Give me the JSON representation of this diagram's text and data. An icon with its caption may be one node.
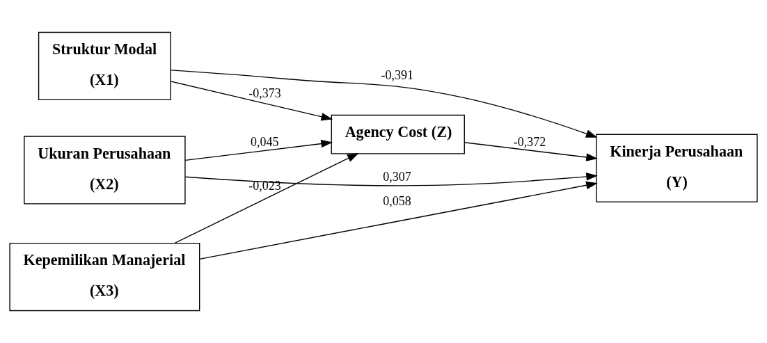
{
  "diagram": {
    "nodes": [
      {
        "text": [
          "Struktur Modal",
          "(X1)"
        ]
      },
      {
        "text": [
          "Ukuran Perusahaan",
          "(X2)"
        ]
      },
      {
        "text": [
          "Kepemilikan Manajerial",
          "(X3)"
        ]
      },
      {
        "text": [
          "Agency Cost (Z)"
        ]
      },
      {
        "text": [
          "Kinerja Perusahaan",
          "(Y)"
        ]
      }
    ],
    "edges": [
      {
        "from": 0,
        "to": 4,
        "arrow": "to",
        "label": "-0,391"
      },
      {
        "from": 0,
        "to": 3,
        "arrow": "to",
        "label": "-0,373"
      },
      {
        "from": 1,
        "to": 3,
        "arrow": "to",
        "label": "0,045"
      },
      {
        "from": 1,
        "to": 4,
        "arrow": "to",
        "label": "0,307"
      },
      {
        "from": 2,
        "to": 3,
        "arrow": "to",
        "label": "-0,023"
      },
      {
        "from": 2,
        "to": 4,
        "arrow": "to",
        "label": "0,058"
      },
      {
        "from": 3,
        "to": 4,
        "arrow": "to",
        "label": "-0,372"
      }
    ]
  }
}
